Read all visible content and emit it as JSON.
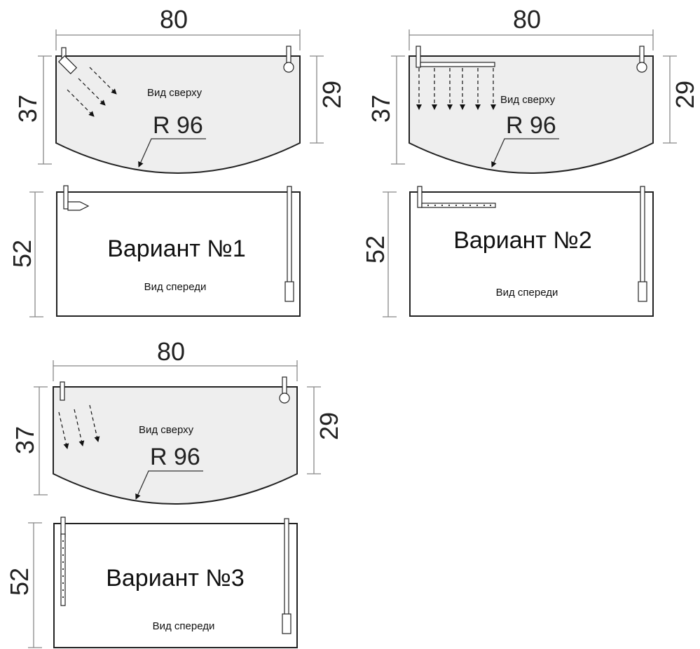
{
  "variants": [
    {
      "width_label": "80",
      "depth_label": "37",
      "side_depth_label": "29",
      "radius_label": "R 96",
      "top_view_label": "Вид сверху",
      "title": "Вариант №1",
      "height_label": "52",
      "front_view_label": "Вид спереди"
    },
    {
      "width_label": "80",
      "depth_label": "37",
      "side_depth_label": "29",
      "radius_label": "R 96",
      "top_view_label": "Вид сверху",
      "title": "Вариант №2",
      "height_label": "52",
      "front_view_label": "Вид спереди"
    },
    {
      "width_label": "80",
      "depth_label": "37",
      "side_depth_label": "29",
      "radius_label": "R 96",
      "top_view_label": "Вид сверху",
      "title": "Вариант №3",
      "height_label": "52",
      "front_view_label": "Вид спереди"
    }
  ],
  "colors": {
    "shelf_fill": "#eeeeee",
    "line": "#222222",
    "dimension_line": "#888888"
  }
}
